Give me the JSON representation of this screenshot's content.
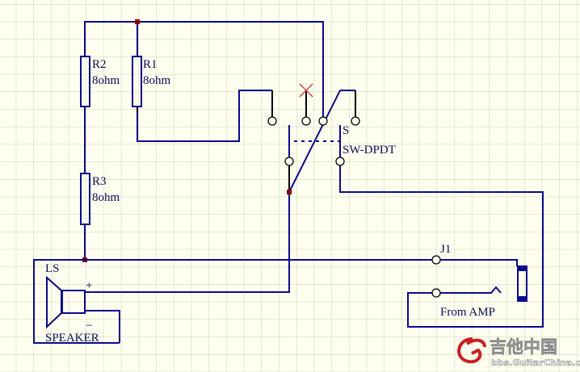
{
  "components": {
    "r1": {
      "ref": "R1",
      "value": "8ohm"
    },
    "r2": {
      "ref": "R2",
      "value": "8ohm"
    },
    "r3": {
      "ref": "R3",
      "value": "8ohm"
    },
    "switch": {
      "ref": "S",
      "type": "SW-DPDT"
    },
    "jack": {
      "ref": "J1",
      "desc": "From AMP"
    },
    "speaker": {
      "ref": "LS",
      "type": "SPEAKER",
      "plus": "+",
      "minus": "−"
    }
  },
  "watermark": {
    "title": "吉他中国",
    "site": "bbs.GuitarChina.com"
  },
  "colors": {
    "wire_blue": "#0a0a8c",
    "wire_black": "#000000",
    "node": "#8b0000",
    "grid": "#cfcfc0",
    "background": "#fffff0"
  }
}
